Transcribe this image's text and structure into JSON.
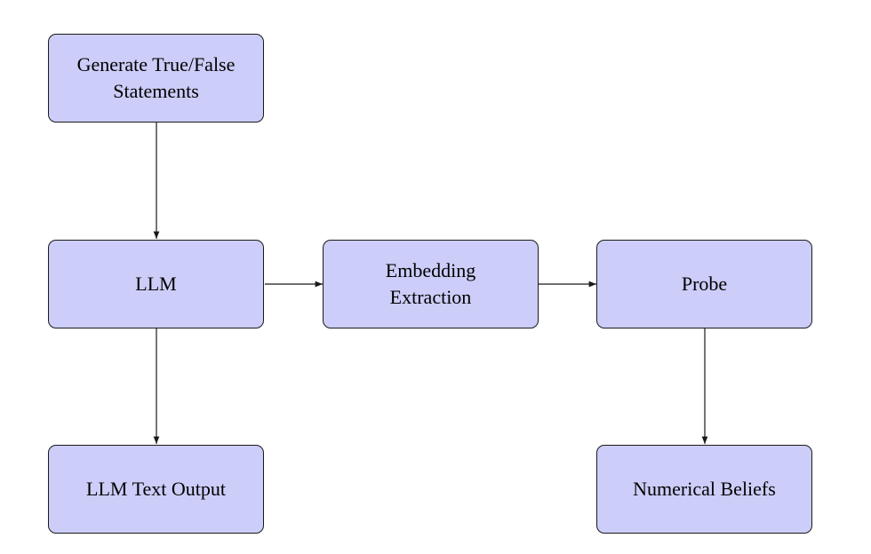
{
  "nodes": {
    "generate": {
      "label_line1": "Generate True/False",
      "label_line2": "Statements"
    },
    "llm": {
      "label": "LLM"
    },
    "embedding": {
      "label_line1": "Embedding",
      "label_line2": "Extraction"
    },
    "probe": {
      "label": "Probe"
    },
    "text_output": {
      "label": "LLM Text Output"
    },
    "beliefs": {
      "label": "Numerical Beliefs"
    }
  },
  "edges": [
    {
      "from": "Generate True/False Statements",
      "to": "LLM"
    },
    {
      "from": "LLM",
      "to": "Embedding Extraction"
    },
    {
      "from": "Embedding Extraction",
      "to": "Probe"
    },
    {
      "from": "LLM",
      "to": "LLM Text Output"
    },
    {
      "from": "Probe",
      "to": "Numerical Beliefs"
    }
  ],
  "colors": {
    "node_fill": "#cccdf8",
    "node_border": "#1a1a1a",
    "edge": "#1a1a1a"
  }
}
